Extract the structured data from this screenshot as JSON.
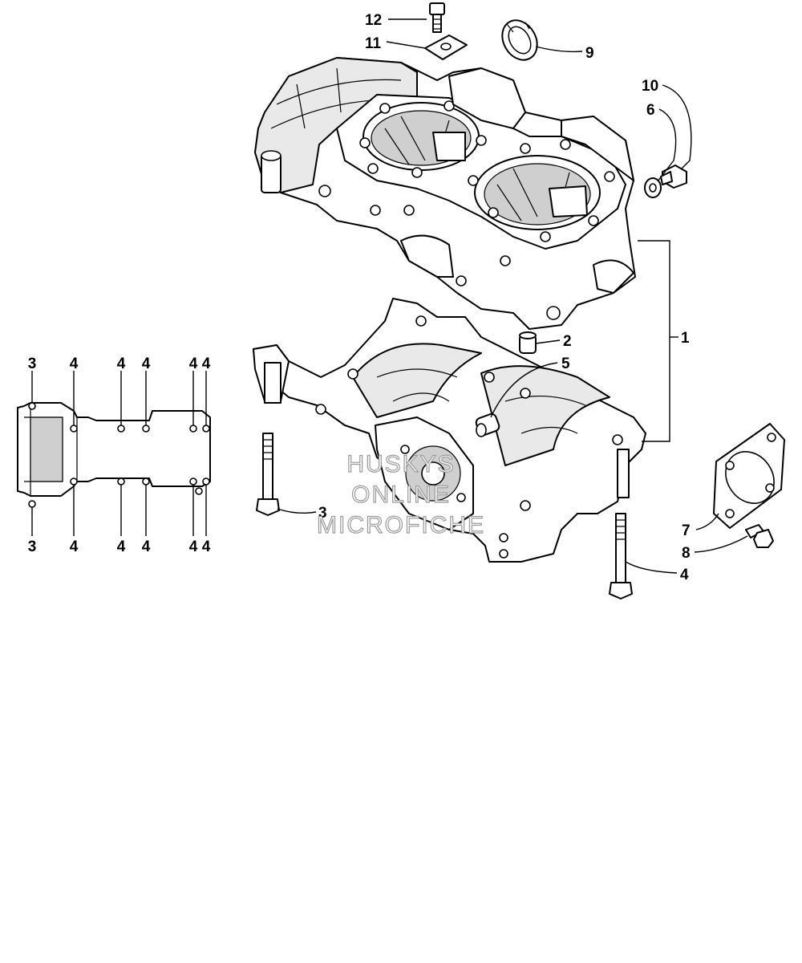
{
  "callouts": {
    "c1": "1",
    "c2": "2",
    "c3_main": "3",
    "c4_main": "4",
    "c5": "5",
    "c6": "6",
    "c7": "7",
    "c8": "8",
    "c9": "9",
    "c10": "10",
    "c11": "11",
    "c12": "12"
  },
  "bolt_pattern": {
    "top_labels": [
      "3",
      "4",
      "4",
      "4",
      "4",
      "4"
    ],
    "bottom_labels": [
      "3",
      "4",
      "4",
      "4",
      "4",
      "4"
    ]
  },
  "watermark": {
    "line1": "HUSKYS",
    "line2": "ONLINE",
    "line3": "MICROFICHE"
  }
}
